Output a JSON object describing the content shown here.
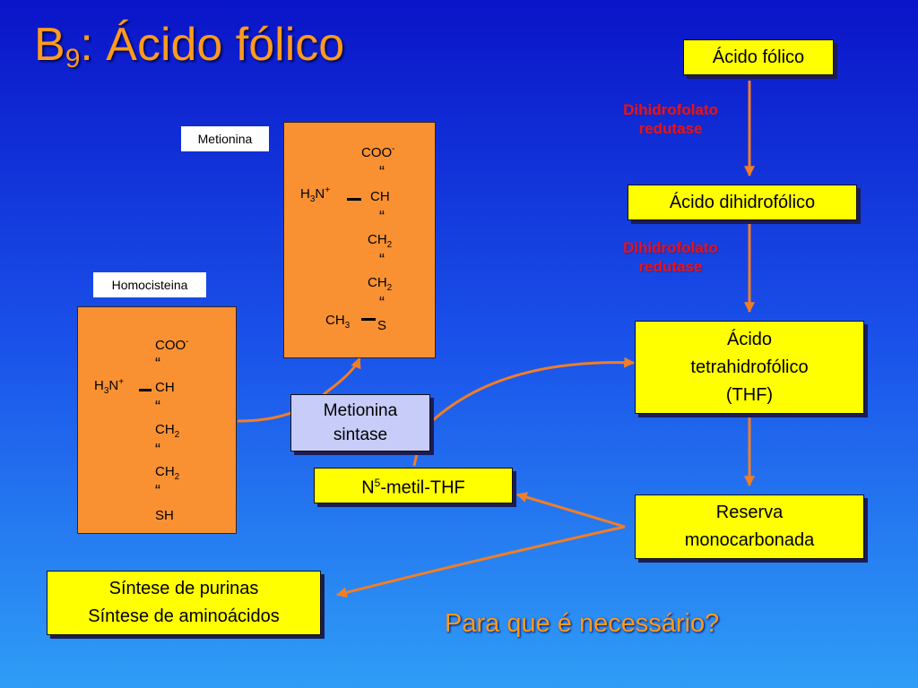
{
  "title": {
    "letter": "B",
    "subscript": "9",
    "rest": ": Ácido fólico"
  },
  "pathway": {
    "folic_acid": "Ácido fólico",
    "enzyme_1": {
      "line1": "Dihidrofolato",
      "line2": "redutase"
    },
    "dihydrofolic_acid": "Ácido dihidrofólico",
    "enzyme_2": {
      "line1": "Dihidrofolato",
      "line2": "redutase"
    },
    "thf": {
      "line1": "Ácido",
      "line2": "tetrahidrofólico",
      "line3": "(THF)"
    },
    "reserve": {
      "line1": "Reserva",
      "line2": "monocarbonada"
    },
    "synthesis": {
      "line1": "Síntese de purinas",
      "line2": "Síntese de aminoácidos"
    },
    "n5_thf": {
      "prefix": "N",
      "superscript": "5",
      "suffix": "-metil-THF"
    },
    "methionine_synthase": {
      "line1": "Metionina",
      "line2": "sintase"
    }
  },
  "methionine": {
    "label": "Metionina",
    "coo": "COO",
    "coo_charge": "-",
    "amine": "H",
    "amine_sub": "3",
    "amine_n": "N",
    "amine_charge": "+",
    "ch": "CH",
    "ch2_a": "CH",
    "ch2_a_sub": "2",
    "ch2_b": "CH",
    "ch2_b_sub": "2",
    "ch3": "CH",
    "ch3_sub": "3",
    "s": "S",
    "bond_symbol": "“"
  },
  "homocysteine": {
    "label": "Homocisteina",
    "coo": "COO",
    "coo_charge": "-",
    "amine": "H",
    "amine_sub": "3",
    "amine_n": "N",
    "amine_charge": "+",
    "ch": "CH",
    "ch2_a": "CH",
    "ch2_a_sub": "2",
    "ch2_b": "CH",
    "ch2_b_sub": "2",
    "sh": "SH",
    "bond_symbol": "“"
  },
  "question": "Para que é necessário?",
  "colors": {
    "title": "#ff9a1e",
    "box_yellow": "#ffff00",
    "box_lavender": "#c8ccf8",
    "molecule_orange": "#f99132",
    "enzyme_red": "#e6121e",
    "arrow": "#f07e28"
  }
}
